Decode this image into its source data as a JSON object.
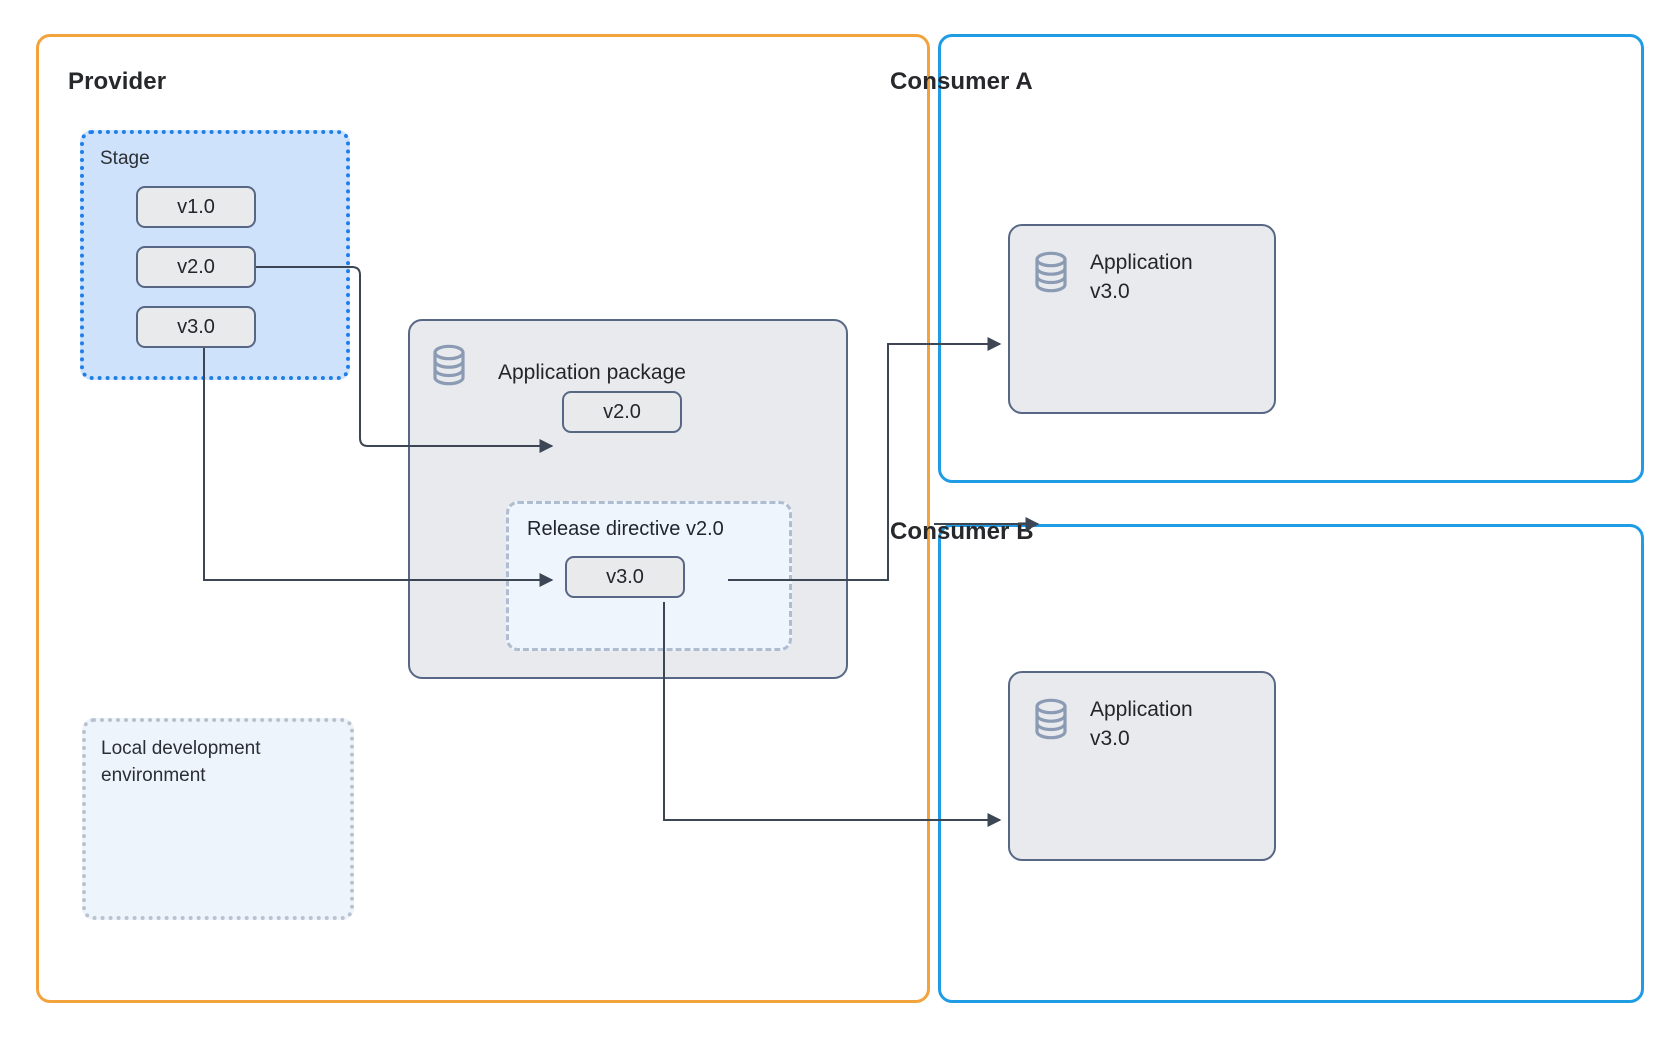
{
  "colors": {
    "provider_border": "#f2a33c",
    "consumer_border": "#1f9ce4",
    "stage_border": "#1f7fe8",
    "stage_fill": "#cfe2fb",
    "node_border": "#586785",
    "node_fill": "#e9eaec",
    "package_fill": "#e8eaee",
    "directive_fill": "#eef5fd",
    "directive_border": "#aebdd0",
    "localdev_border": "#b9c2cf",
    "localdev_fill": "#eef4fc",
    "icon_color": "#8b9bb3",
    "connector": "#3c4654",
    "text": "#22262b"
  },
  "zones": {
    "provider": {
      "title": "Provider"
    },
    "consumer_a": {
      "title": "Consumer A"
    },
    "consumer_b": {
      "title": "Consumer B"
    }
  },
  "provider": {
    "stage": {
      "label": "Stage",
      "versions": [
        {
          "label": "v1.0"
        },
        {
          "label": "v2.0"
        },
        {
          "label": "v3.0"
        }
      ]
    },
    "local_dev": {
      "label": "Local development\nenvironment"
    },
    "application_package": {
      "title": "Application package",
      "icon": "database-icon",
      "versions": [
        {
          "label": "v2.0"
        }
      ],
      "release_directive": {
        "title": "Release directive v2.0",
        "versions": [
          {
            "label": "v3.0"
          }
        ]
      }
    }
  },
  "consumer_a": {
    "application": {
      "icon": "database-icon",
      "label": "Application\nv3.0"
    }
  },
  "consumer_b": {
    "application": {
      "icon": "database-icon",
      "label": "Application\nv3.0"
    }
  }
}
